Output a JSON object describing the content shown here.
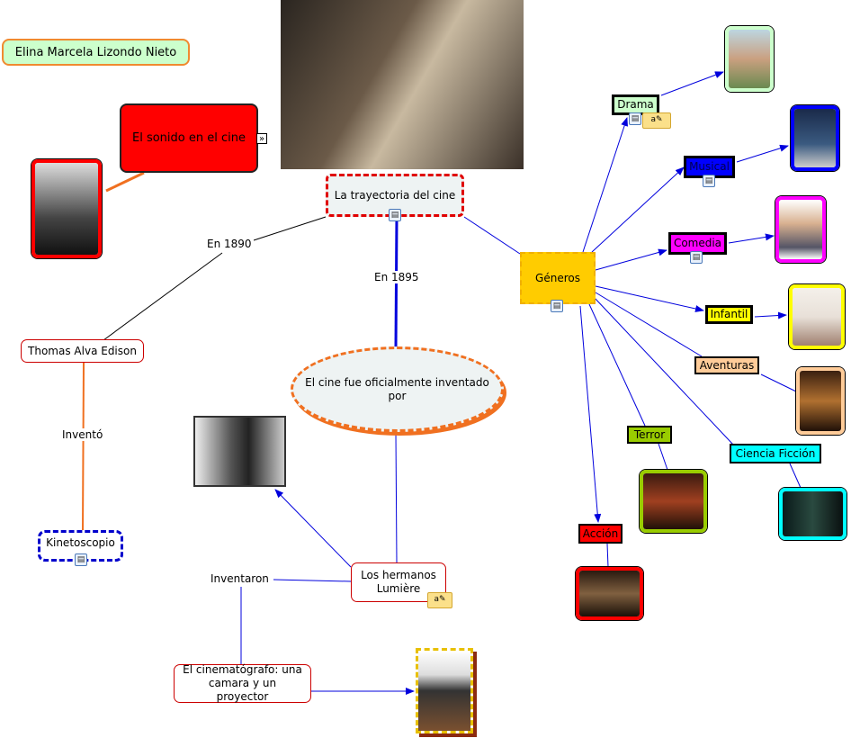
{
  "author": "Elina Marcela Lizondo Nieto",
  "concepts": {
    "sonido": "El sonido en el cine",
    "trayectoria": "La trayectoria del cine",
    "edison": "Thomas Alva Edison",
    "kinetoscopio": "Kinetoscopio",
    "inventado": "El cine fue oficialmente inventado por",
    "lumiere": "Los hermanos Lumière",
    "cinematografo": "El cinematógrafo: una camara y un proyector",
    "generos": "Géneros",
    "drama": "Drama",
    "musical": "Musical",
    "comedia": "Comedia",
    "infantil": "Infantil",
    "aventuras": "Aventuras",
    "ciencia": "Ciencia Ficción",
    "terror": "Terror",
    "accion": "Acción"
  },
  "links": {
    "en1890": "En 1890",
    "en1895": "En 1895",
    "invento": "Inventó",
    "inventaron": "Inventaron"
  },
  "icons": {
    "link": "»",
    "resource": "▤",
    "note": "a✎"
  },
  "colors": {
    "link_line": "#0000dd",
    "orange": "#f07020",
    "red": "#ff0000",
    "generos": "#ffcc00"
  }
}
